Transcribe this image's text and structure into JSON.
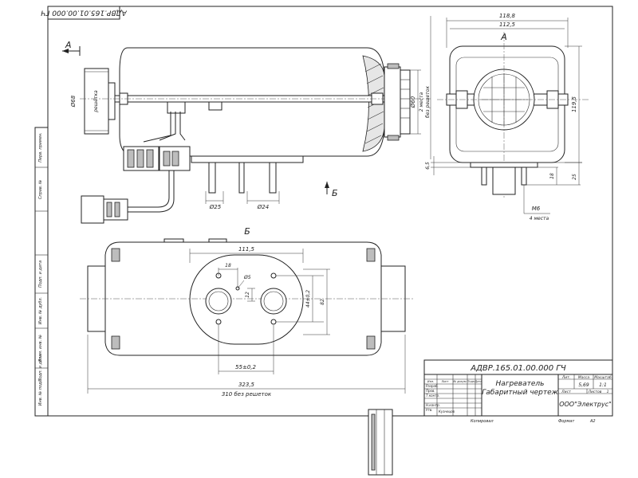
{
  "stamp_top": "АДВР.165.01.00.000 ГЧ",
  "views": {
    "a_arrow": "А",
    "a_title": "А",
    "b_arrow": "Б",
    "b_title": "Б"
  },
  "dims": {
    "d68": "Ø68",
    "reshetka": "решётка",
    "d60": "Ø60",
    "mesta2": "2 места",
    "bez_reshetok": "без решеток",
    "d25": "Ø25",
    "d24": "Ø24",
    "w118": "118,8",
    "w112": "112,5",
    "h119": "119,5",
    "d65": "6,5",
    "d18r": "18",
    "d25r": "25",
    "m6": "М6",
    "mesta4": "4 места",
    "d111": "111,5",
    "d18": "18",
    "d5": "Ø5",
    "d12": "12",
    "d44": "44±0,2",
    "d82": "82",
    "d55": "55±0,2",
    "d323": "323,5",
    "d310": "310 без решеток"
  },
  "left_strip": [
    "Перв. примен.",
    "Справ. №",
    "Подп. и дата",
    "Инв. № дубл.",
    "Взам. инв. №",
    "Подп. и дата",
    "Инв. № подл."
  ],
  "title_block": {
    "doc_code": "АДВР.165.01.00.000 ГЧ",
    "name_1": "Нагреватель",
    "name_2": "Габаритный чертеж",
    "lit": "Лит.",
    "massa": "Масса",
    "masshtab": "Масштаб",
    "massa_val": "5,69",
    "masshtab_val": "1:1",
    "list": "Лист",
    "listov": "Листов",
    "listov_val": "1",
    "org": "ООО\"Электрус\"",
    "rows": [
      "Изм.",
      "Лист",
      "№ докум.",
      "Подп.",
      "Дата"
    ],
    "sign_rows": [
      "Разраб.",
      "Пров.",
      "Т.контр.",
      "",
      "Н.контр.",
      "Утв."
    ],
    "surname": "Кузнецов",
    "kopiroval": "Копировал",
    "format": "Формат",
    "format_val": "А2"
  }
}
